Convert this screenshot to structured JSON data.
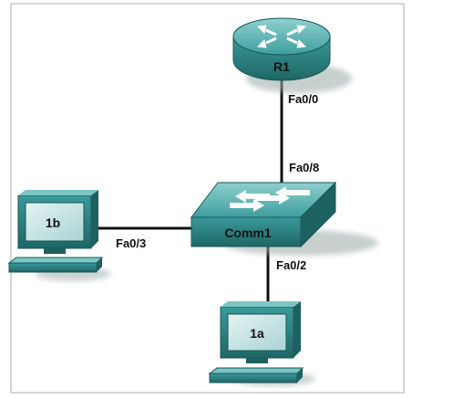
{
  "colors": {
    "frame": "#b9b9b9",
    "link": "#111111",
    "device_teal": "#2f8f8f",
    "device_dark": "#1d6060",
    "device_light": "#79c2c2",
    "screen": "#cfe6e6"
  },
  "diagram": {
    "nodes": {
      "router": {
        "label": "R1",
        "icon": "router-icon"
      },
      "switch": {
        "label": "Comm1",
        "icon": "switch-icon"
      },
      "pc_b": {
        "label": "1b",
        "icon": "computer-icon"
      },
      "pc_a": {
        "label": "1a",
        "icon": "computer-icon"
      }
    },
    "ports": {
      "router_fa0_0": "Fa0/0",
      "switch_fa0_8": "Fa0/8",
      "switch_fa0_3": "Fa0/3",
      "switch_fa0_2": "Fa0/2"
    }
  }
}
